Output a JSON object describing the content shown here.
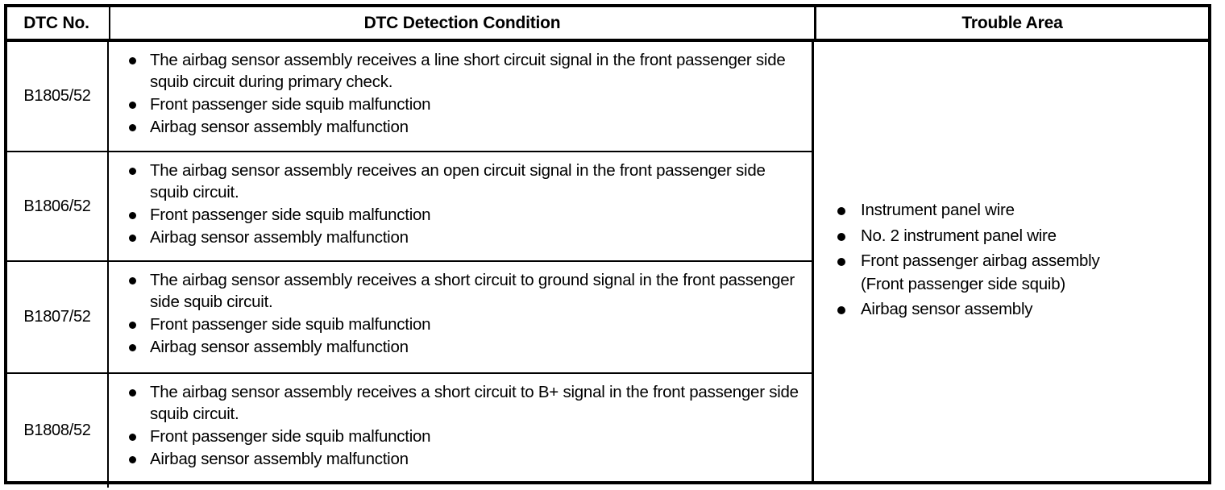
{
  "table": {
    "headers": {
      "dtc_no": "DTC No.",
      "detection_condition": "DTC Detection Condition",
      "trouble_area": "Trouble Area"
    },
    "rows": [
      {
        "dtc_no": "B1805/52",
        "conditions": [
          "The airbag sensor assembly receives a line short circuit signal in the front passenger side squib circuit during primary check.",
          "Front passenger side squib malfunction",
          "Airbag sensor assembly malfunction"
        ]
      },
      {
        "dtc_no": "B1806/52",
        "conditions": [
          "The airbag sensor assembly receives an open circuit signal in the front passenger side squib circuit.",
          "Front passenger side squib malfunction",
          "Airbag sensor assembly malfunction"
        ]
      },
      {
        "dtc_no": "B1807/52",
        "conditions": [
          "The airbag sensor assembly receives a short circuit to ground signal in the front passenger side squib circuit.",
          "Front passenger side squib malfunction",
          "Airbag sensor assembly malfunction"
        ]
      },
      {
        "dtc_no": "B1808/52",
        "conditions": [
          "The airbag sensor assembly receives a short circuit to B+ signal in the front passenger side squib circuit.",
          "Front passenger side squib malfunction",
          "Airbag sensor assembly malfunction"
        ]
      }
    ],
    "trouble_area_items": [
      {
        "text": "Instrument panel wire",
        "sub": ""
      },
      {
        "text": "No. 2 instrument panel wire",
        "sub": ""
      },
      {
        "text": "Front passenger airbag assembly",
        "sub": "(Front passenger side squib)"
      },
      {
        "text": "Airbag sensor assembly",
        "sub": ""
      }
    ]
  },
  "colors": {
    "border": "#000000",
    "text": "#000000",
    "background": "#ffffff"
  }
}
